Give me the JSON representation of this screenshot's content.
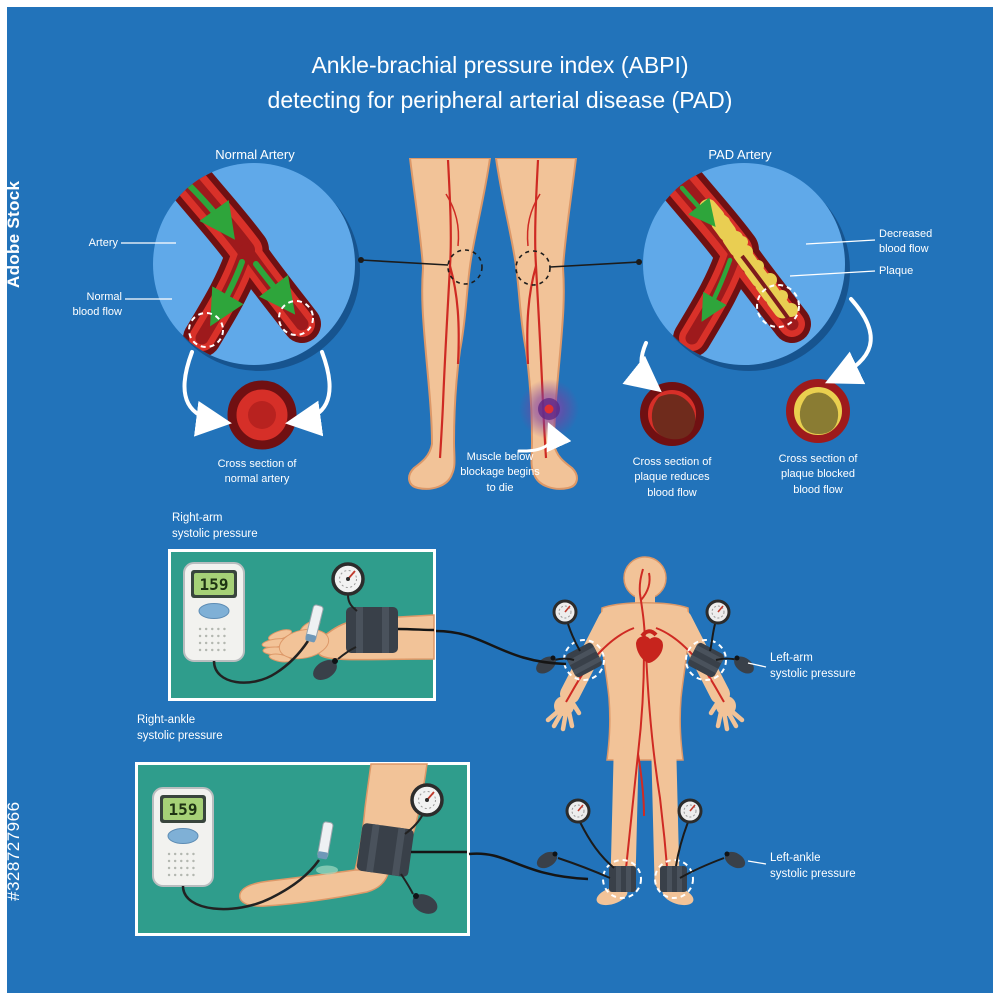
{
  "title": {
    "line1": "Ankle-brachial pressure index (ABPI)",
    "line2": "detecting for peripheral arterial disease (PAD)"
  },
  "watermark": {
    "brand": "Adobe Stock",
    "id": "#328727966"
  },
  "normal": {
    "heading": "Normal Artery",
    "artery_label": "Artery",
    "flow_label": "Normal\nblood flow",
    "cross_label": "Cross section of\nnormal artery"
  },
  "pad": {
    "heading": "PAD Artery",
    "decreased_label": "Decreased\nblood flow",
    "plaque_label": "Plaque",
    "cross_reduced_label": "Cross section of\nplaque reduces\nblood flow",
    "cross_blocked_label": "Cross section of\nplaque blocked\nblood flow"
  },
  "legs": {
    "muscle_label": "Muscle below\nblockage begins\nto die"
  },
  "pressure": {
    "right_arm_label": "Right-arm\nsystolic pressure",
    "right_ankle_label": "Right-ankle\nsystolic pressure",
    "left_arm_label": "Left-arm\nsystolic pressure",
    "left_ankle_label": "Left-ankle\nsystolic pressure",
    "arm_doppler_reading": "159",
    "ankle_doppler_reading": "159"
  },
  "colors": {
    "background": "#2273ba",
    "panel_teal": "#2f9d8c",
    "zoom_circle_bg": "#60a9e9",
    "artery_wall": "#701012",
    "artery_red": "#d93129",
    "flow_green": "#2ea53b",
    "plaque_yellow": "#e9ce52",
    "skin": "#f2c398",
    "cuff_dark": "#394049",
    "ischemia_purple": "#8b35b0",
    "lcd_green": "#a6d177",
    "text": "#ffffff"
  }
}
